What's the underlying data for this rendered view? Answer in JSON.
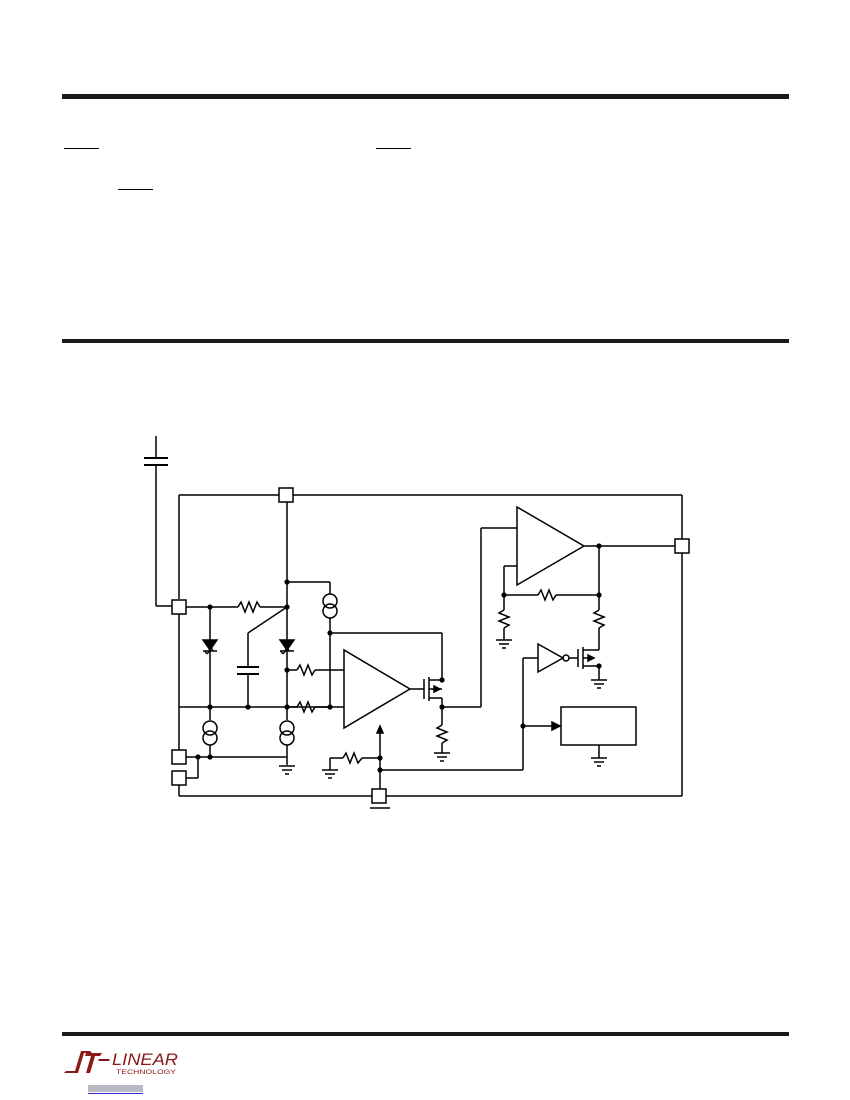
{
  "page": {
    "layout": "datasheet-page",
    "rule_color": "#1a1a1a"
  },
  "logo": {
    "brand_wordmark": "LINEAR",
    "brand_subtitle": "TECHNOLOGY",
    "brand_color": "#8b1a1a",
    "icon": "lt-logo-icon"
  },
  "schematic": {
    "title": "",
    "line_color": "#000000",
    "components": [
      "input-capacitor",
      "pin-box",
      "resistor",
      "capacitor",
      "diode",
      "current-source",
      "comparator-amplifier",
      "mosfet",
      "ground-symbol",
      "inverter",
      "function-block"
    ]
  }
}
